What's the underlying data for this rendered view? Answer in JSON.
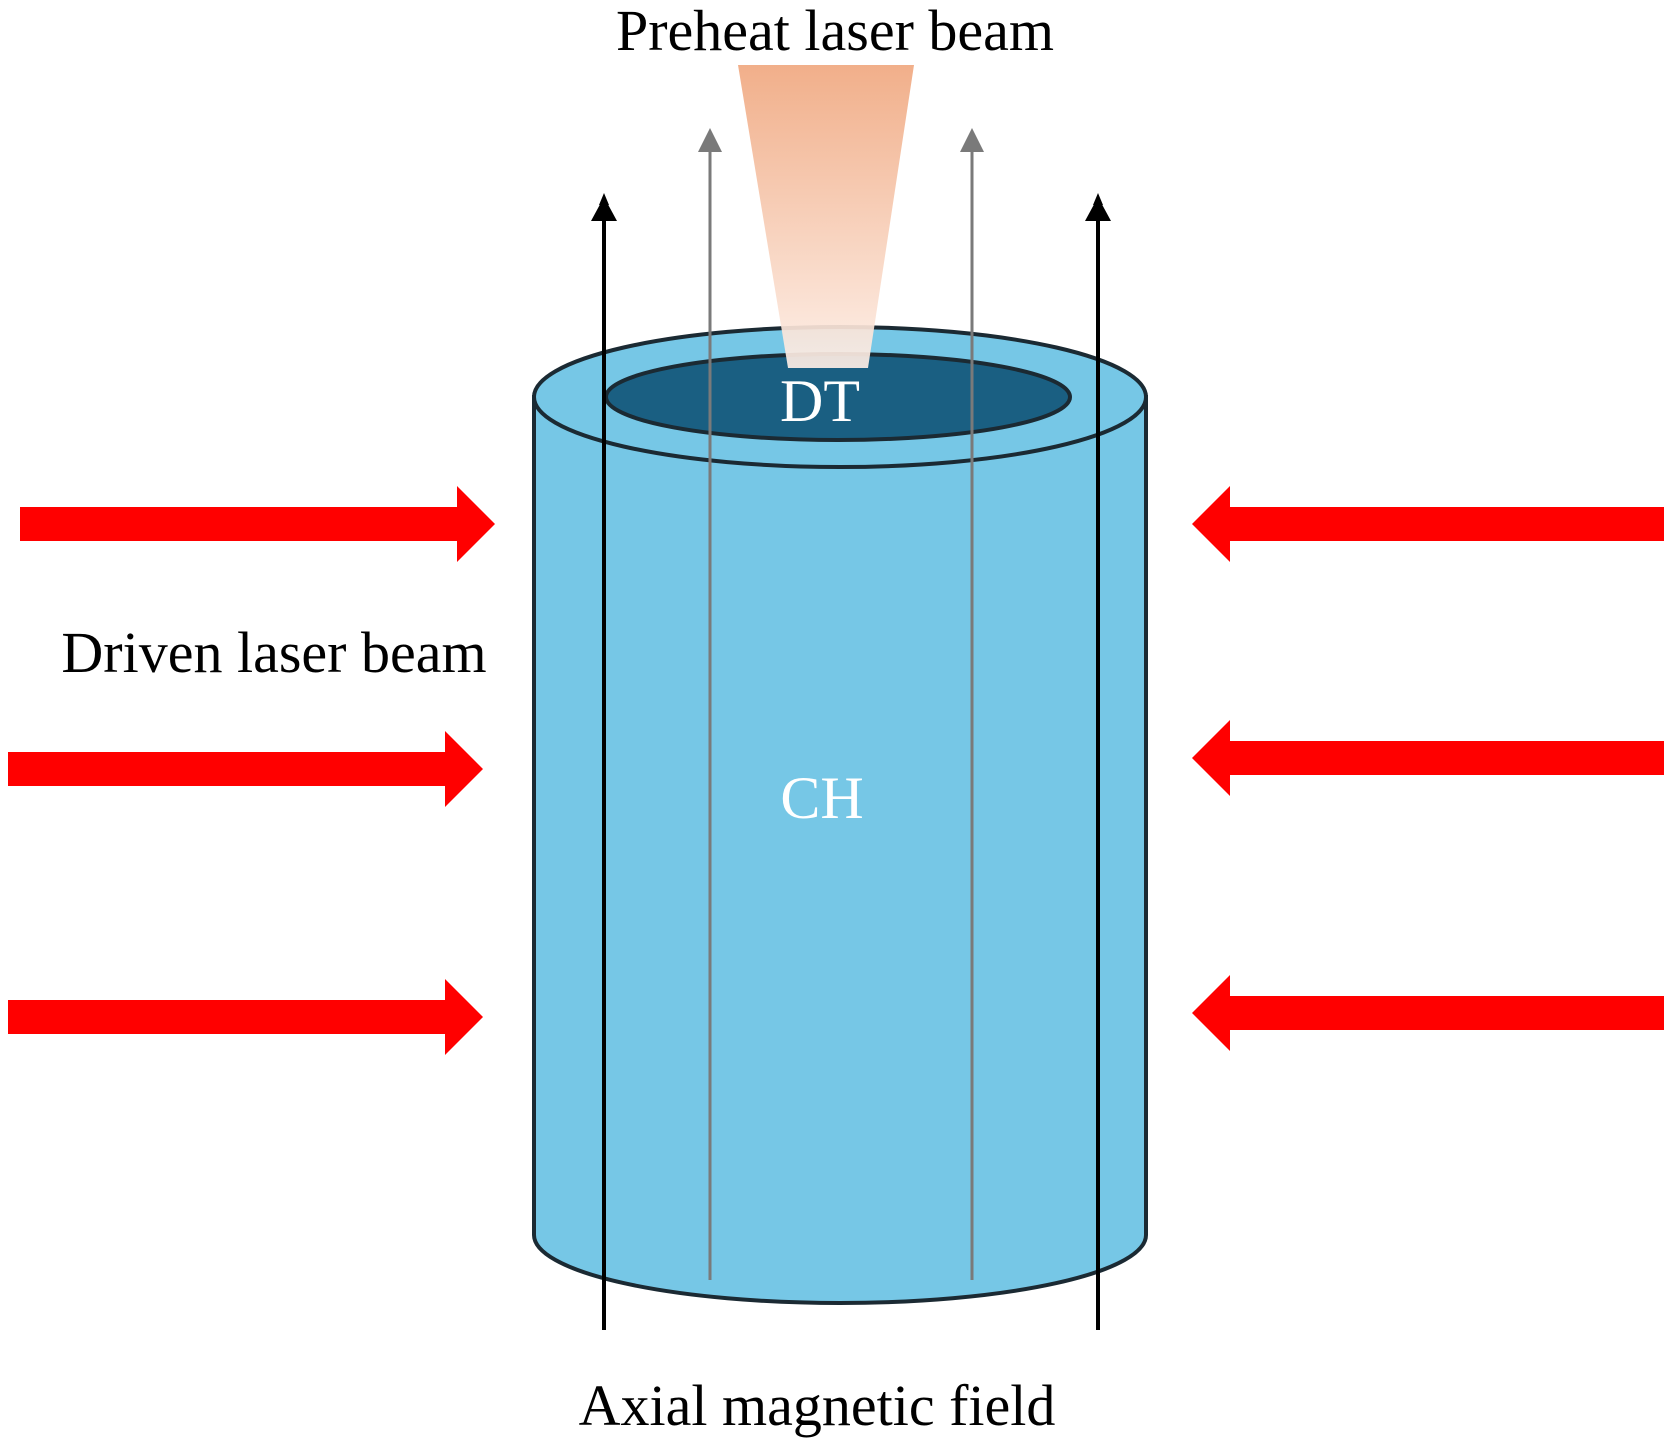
{
  "labels": {
    "preheat": "Preheat laser beam",
    "driven": "Driven laser beam",
    "field": "Axial magnetic field",
    "inner": "DT",
    "outer": "CH"
  },
  "colors": {
    "shell": "#76C7E6",
    "shell_stroke": "#1b2a33",
    "core": "#1A5F82",
    "laser_arrow": "#FF0000",
    "preheat_top": "#F0A880",
    "preheat_bottom": "#FDEEE6",
    "field_front": "#000000",
    "field_back": "#7a7a7a"
  }
}
